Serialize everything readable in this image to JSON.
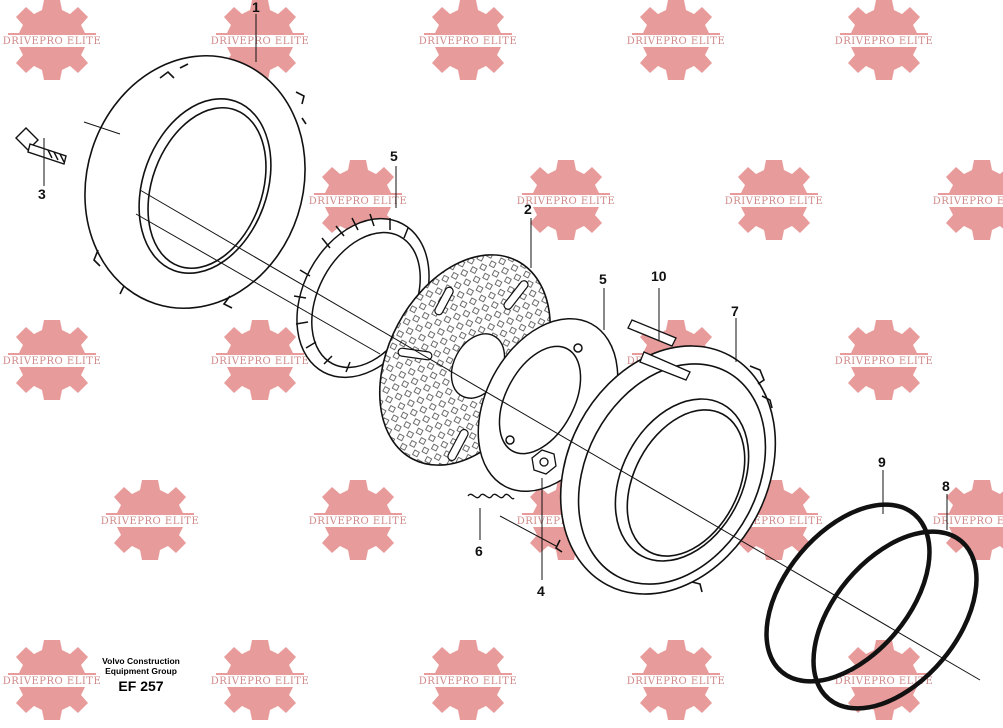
{
  "watermark": {
    "text": "DRIVEPRO ELITE",
    "color": "#e07a7a"
  },
  "caption": {
    "line1": "Volvo Construction",
    "line2": "Equipment Group",
    "code": "EF 257"
  },
  "part_labels": [
    "1",
    "2",
    "3",
    "4",
    "5",
    "5",
    "6",
    "7",
    "8",
    "9",
    "10"
  ]
}
